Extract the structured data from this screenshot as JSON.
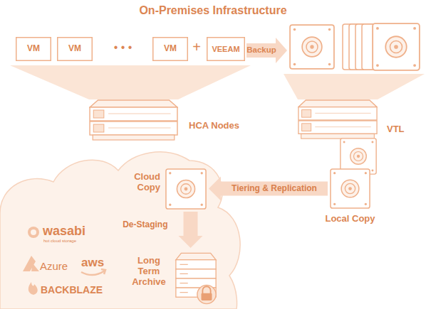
{
  "diagram": {
    "title": "On-Premises Infrastructure",
    "nodes": [
      {
        "text": [
          "VM"
        ]
      },
      {
        "text": [
          "VM"
        ]
      },
      {
        "text": [
          "VM"
        ]
      },
      {
        "text": [
          "VEEAM"
        ]
      },
      {
        "text": [
          "HCA Nodes"
        ]
      },
      {
        "text": [
          "VTL"
        ]
      },
      {
        "text": [
          "Cloud Copy"
        ]
      },
      {
        "text": [
          "Local Copy"
        ]
      },
      {
        "text": [
          "Long Term Archive"
        ]
      }
    ],
    "edges": [
      {
        "from": 7,
        "to": 6,
        "label": "Tiering & Replication",
        "arrow": "to"
      },
      {
        "from": 6,
        "to": 8,
        "label": "De-Staging",
        "arrow": "to"
      }
    ],
    "labels": [
      "• • •",
      "+",
      "Backup",
      "wasabi",
      "hot cloud storage",
      "Azure",
      "aws",
      "BACKBLAZE"
    ]
  }
}
